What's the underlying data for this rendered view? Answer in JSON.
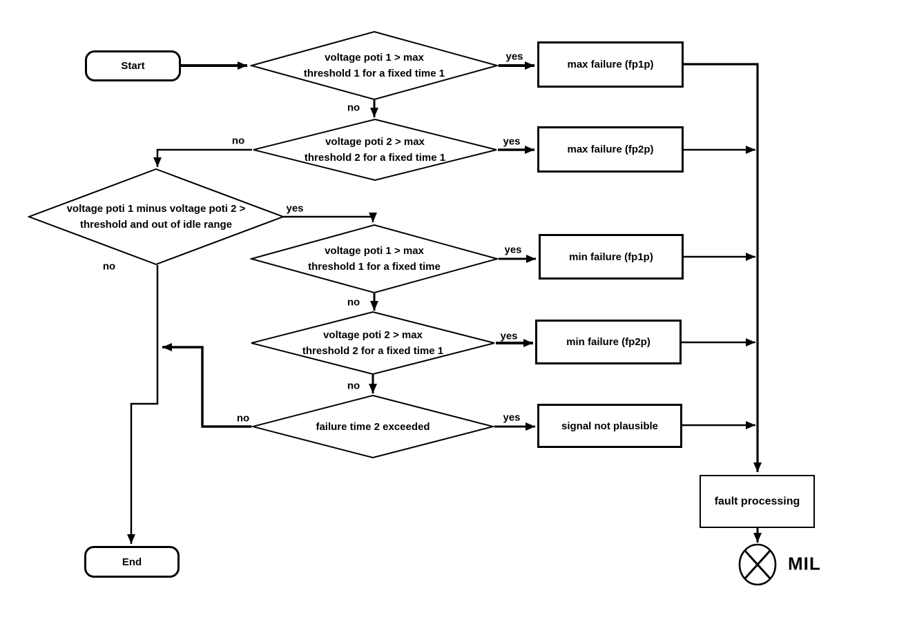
{
  "colors": {
    "line": "#000000",
    "background": "#ffffff",
    "text": "#000000"
  },
  "nodes": {
    "start": {
      "label": "Start"
    },
    "decision_poti1_max_t1": {
      "line1": "voltage poti 1 > max",
      "line2": "threshold 1 for a fixed time 1"
    },
    "process_max_failure_fp1p": {
      "label": "max failure (fp1p)"
    },
    "decision_poti2_max_t1": {
      "line1": "voltage poti 2 > max",
      "line2": "threshold 2 for a fixed time 1"
    },
    "process_max_failure_fp2p": {
      "label": "max failure (fp2p)"
    },
    "decision_plausibility": {
      "line1": "voltage poti 1 minus voltage poti 2 >",
      "line2": "threshold and out of  idle range"
    },
    "decision_poti1_min": {
      "line1": "voltage poti 1 > max",
      "line2": "threshold 1 for a fixed time"
    },
    "process_min_failure_fp1p": {
      "label": "min failure (fp1p)"
    },
    "decision_poti2_min": {
      "line1": "voltage poti 2 > max",
      "line2": "threshold 2 for a fixed time 1"
    },
    "process_min_failure_fp2p": {
      "label": "min failure (fp2p)"
    },
    "decision_failure_time2": {
      "label": "failure time 2 exceeded"
    },
    "process_signal_not_plausible": {
      "label": "signal not plausible"
    },
    "process_fault_processing": {
      "label": "fault processing"
    },
    "lamp": {
      "label": "MIL"
    },
    "end": {
      "label": "End"
    }
  },
  "edge_labels": {
    "yes": "yes",
    "no": "no"
  }
}
